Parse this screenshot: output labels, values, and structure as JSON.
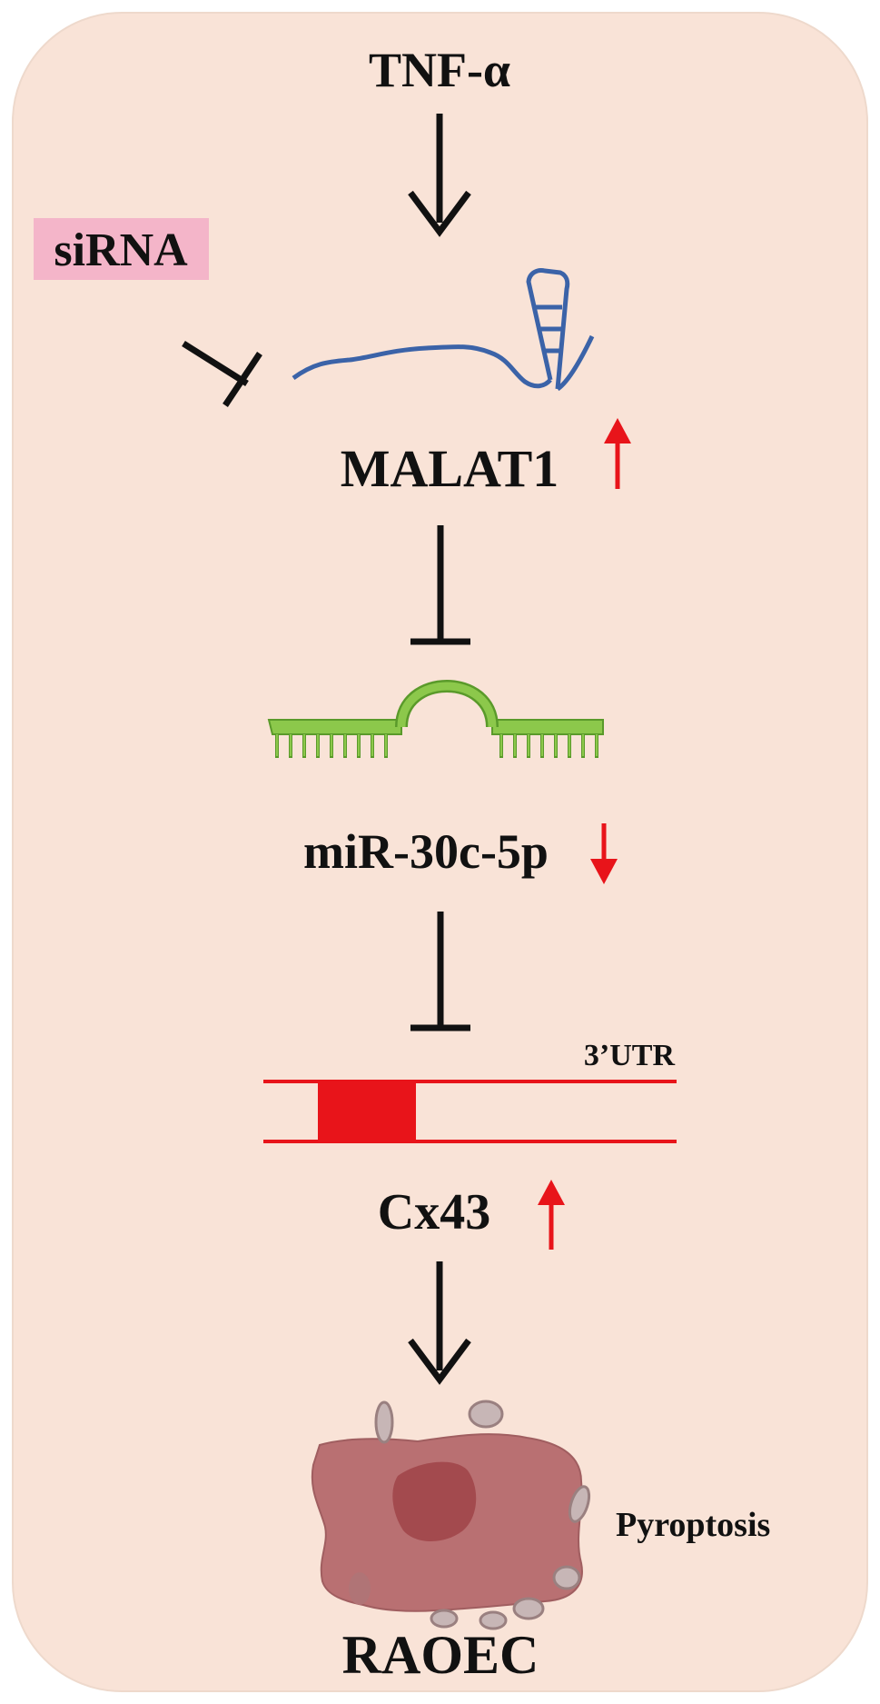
{
  "diagram": {
    "nodes": {
      "tnf": "TNF-α",
      "sirna": "siRNA",
      "malat1": "MALAT1",
      "mir": "miR-30c-5p",
      "utr": "3’UTR",
      "cx43": "Cx43",
      "pyroptosis": "Pyroptosis",
      "raoec": "RAOEC"
    },
    "regulation": {
      "malat1": "up",
      "mir": "down",
      "cx43": "up"
    },
    "edges": [
      {
        "from": "TNF-α",
        "to": "MALAT1",
        "type": "activates"
      },
      {
        "from": "siRNA",
        "to": "MALAT1",
        "type": "inhibits"
      },
      {
        "from": "MALAT1",
        "to": "miR-30c-5p",
        "type": "inhibits"
      },
      {
        "from": "miR-30c-5p",
        "to": "Cx43",
        "type": "inhibits"
      },
      {
        "from": "Cx43",
        "to": "RAOEC",
        "type": "activates"
      }
    ],
    "colors": {
      "panel": "#f9e3d7",
      "panel_border": "#eed9cc",
      "highlight": "#f4b5c9",
      "lncrna": "#3b63a8",
      "mirna_fill": "#8cc84b",
      "mirna_stroke": "#5a9a2a",
      "transcript": "#e8141a",
      "reg_arrow": "#e8141a",
      "cell": "#b97072",
      "nucleus": "#a34a4e",
      "vesicle": "#c7b6b6"
    }
  }
}
